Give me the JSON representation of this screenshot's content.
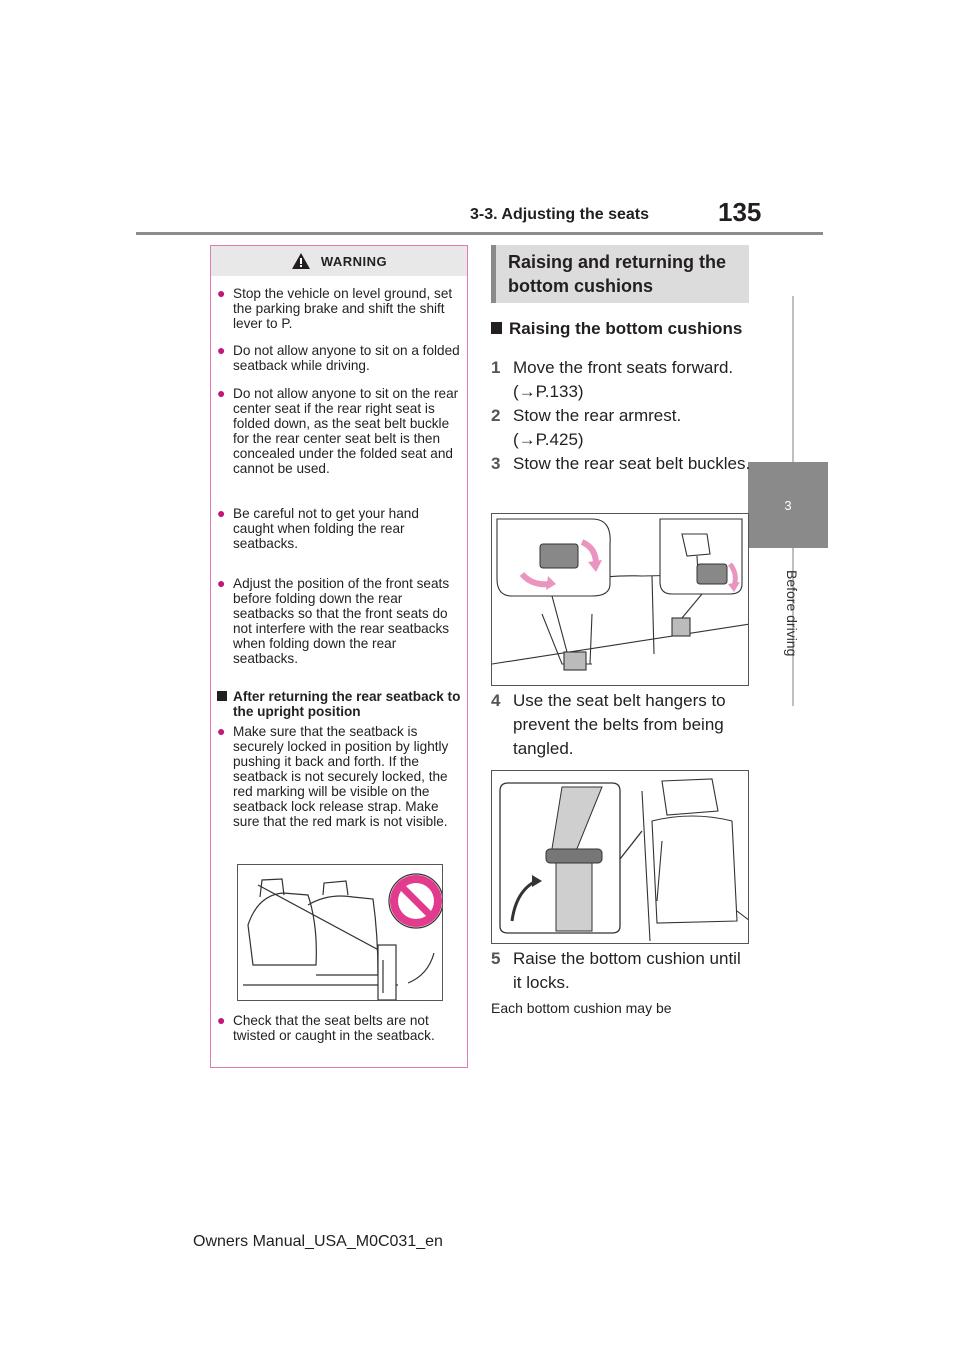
{
  "header": {
    "section": "3-3. Adjusting the seats",
    "page_number": "135"
  },
  "side_tab": {
    "chapter_number": "3",
    "chapter_label": "Before driving"
  },
  "warning": {
    "title": "WARNING",
    "items": [
      "Stop the vehicle on level ground, set the parking brake and shift the shift lever to P.",
      "Do not allow anyone to sit on a folded seatback while driving.",
      "Do not allow anyone to sit on the rear center seat if the rear right seat is folded down, as the seat belt buckle for the rear center seat belt is then concealed under the folded seat and cannot be used.",
      "Be careful not to get your hand caught when folding the rear seatbacks.",
      "Adjust the position of the front seats before folding down the rear seatbacks so that the front seats do not interfere with the rear seatbacks when folding down the rear seatbacks."
    ],
    "subheading": "After returning the rear seatback to the upright position",
    "sub_items": [
      "Make sure that the seatback is securely locked in position by lightly pushing it back and forth. If the seatback is not securely locked, the red marking will be visible on the seatback lock release strap. Make sure that the red mark is not visible.",
      "Check that the seat belts are not twisted or caught in the seatback."
    ]
  },
  "section": {
    "heading": "Raising and returning the bottom cushions",
    "subheading": "Raising the bottom cushions",
    "steps": [
      {
        "num": "1",
        "text": "Move the front seats forward. (→P.133)"
      },
      {
        "num": "2",
        "text": "Stow the rear armrest. (→P.425)"
      },
      {
        "num": "3",
        "text": "Stow the rear seat belt buckles."
      },
      {
        "num": "4",
        "text": "Use the seat belt hangers to prevent the belts from being tangled."
      },
      {
        "num": "5",
        "text": "Raise the bottom cushion until it locks."
      }
    ],
    "note": "Each bottom cushion may be"
  },
  "footer": {
    "text": "Owners Manual_USA_M0C031_en"
  },
  "colors": {
    "warning_border": "#e07bb4",
    "bullet": "#c2187a",
    "tab": "#8a8a8a",
    "arrow": "#e995bf"
  }
}
